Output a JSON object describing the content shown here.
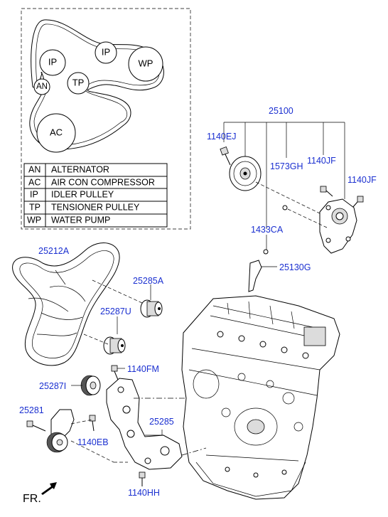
{
  "belt_routing": {
    "pulleys": [
      "IP",
      "AN",
      "IP",
      "WP",
      "TP",
      "AC"
    ]
  },
  "legend": [
    {
      "code": "AN",
      "name": "ALTERNATOR"
    },
    {
      "code": "AC",
      "name": "AIR CON COMPRESSOR"
    },
    {
      "code": "IP",
      "name": "IDLER PULLEY"
    },
    {
      "code": "TP",
      "name": "TENSIONER PULLEY"
    },
    {
      "code": "WP",
      "name": "WATER PUMP"
    }
  ],
  "part_labels": {
    "p25100": "25100",
    "p1140EJ": "1140EJ",
    "p1573GH": "1573GH",
    "p1140JF_a": "1140JF",
    "p1140JF_b": "1140JF",
    "p1433CA": "1433CA",
    "p25130G": "25130G",
    "p25212A": "25212A",
    "p25285A": "25285A",
    "p25287U": "25287U",
    "p1140FM": "1140FM",
    "p25287I": "25287I",
    "p25281": "25281",
    "p25285": "25285",
    "p1140EB": "1140EB",
    "p1140HH": "1140HH"
  },
  "orientation": {
    "label": "FR."
  },
  "colors": {
    "part_number": "#1a2fd0",
    "line": "#000000",
    "background": "#ffffff"
  }
}
